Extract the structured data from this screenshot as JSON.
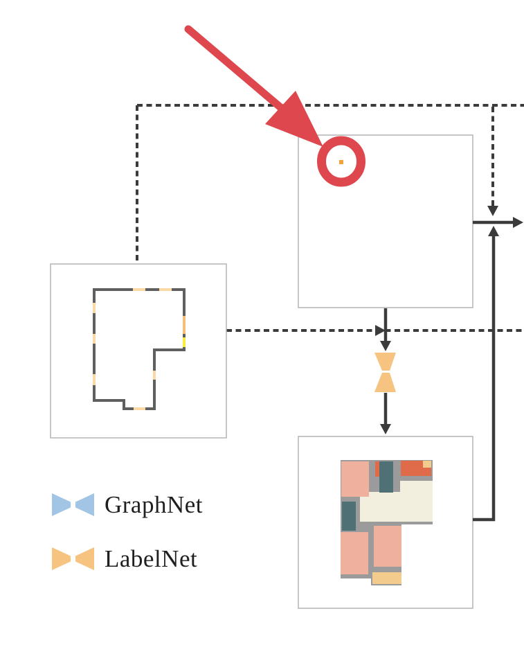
{
  "legend": {
    "items": [
      {
        "id": "graphnet",
        "label": "GraphNet",
        "icon": "bowtie-icon",
        "color": "#A2C5E6"
      },
      {
        "id": "labelnet",
        "label": "LabelNet",
        "icon": "bowtie-icon",
        "color": "#F6C480"
      }
    ]
  },
  "annotations": {
    "highlight_circle": "red-circle-highlight",
    "callout_arrow": "red-callout-arrow"
  },
  "colors": {
    "annotation_red": "#DE474D",
    "graph_node_orange": "#F0A138",
    "connector_dark": "#3B3B3B",
    "box_border_gray": "#B4B4B4",
    "wall_dark_gray": "#5F5F5F",
    "opening_pale_orange": "#FAD9A4",
    "opening_orange": "#F6BE76",
    "opening_yellow": "#F8EC3F",
    "room_salmon": "#EFB19D",
    "room_teal": "#4F7175",
    "room_orange_red": "#E06B4B",
    "room_cream": "#F2EFDE",
    "room_wall_gray": "#9B9B9B",
    "room_sand": "#F3CB8D",
    "bowtie_orange": "#F6C480"
  }
}
